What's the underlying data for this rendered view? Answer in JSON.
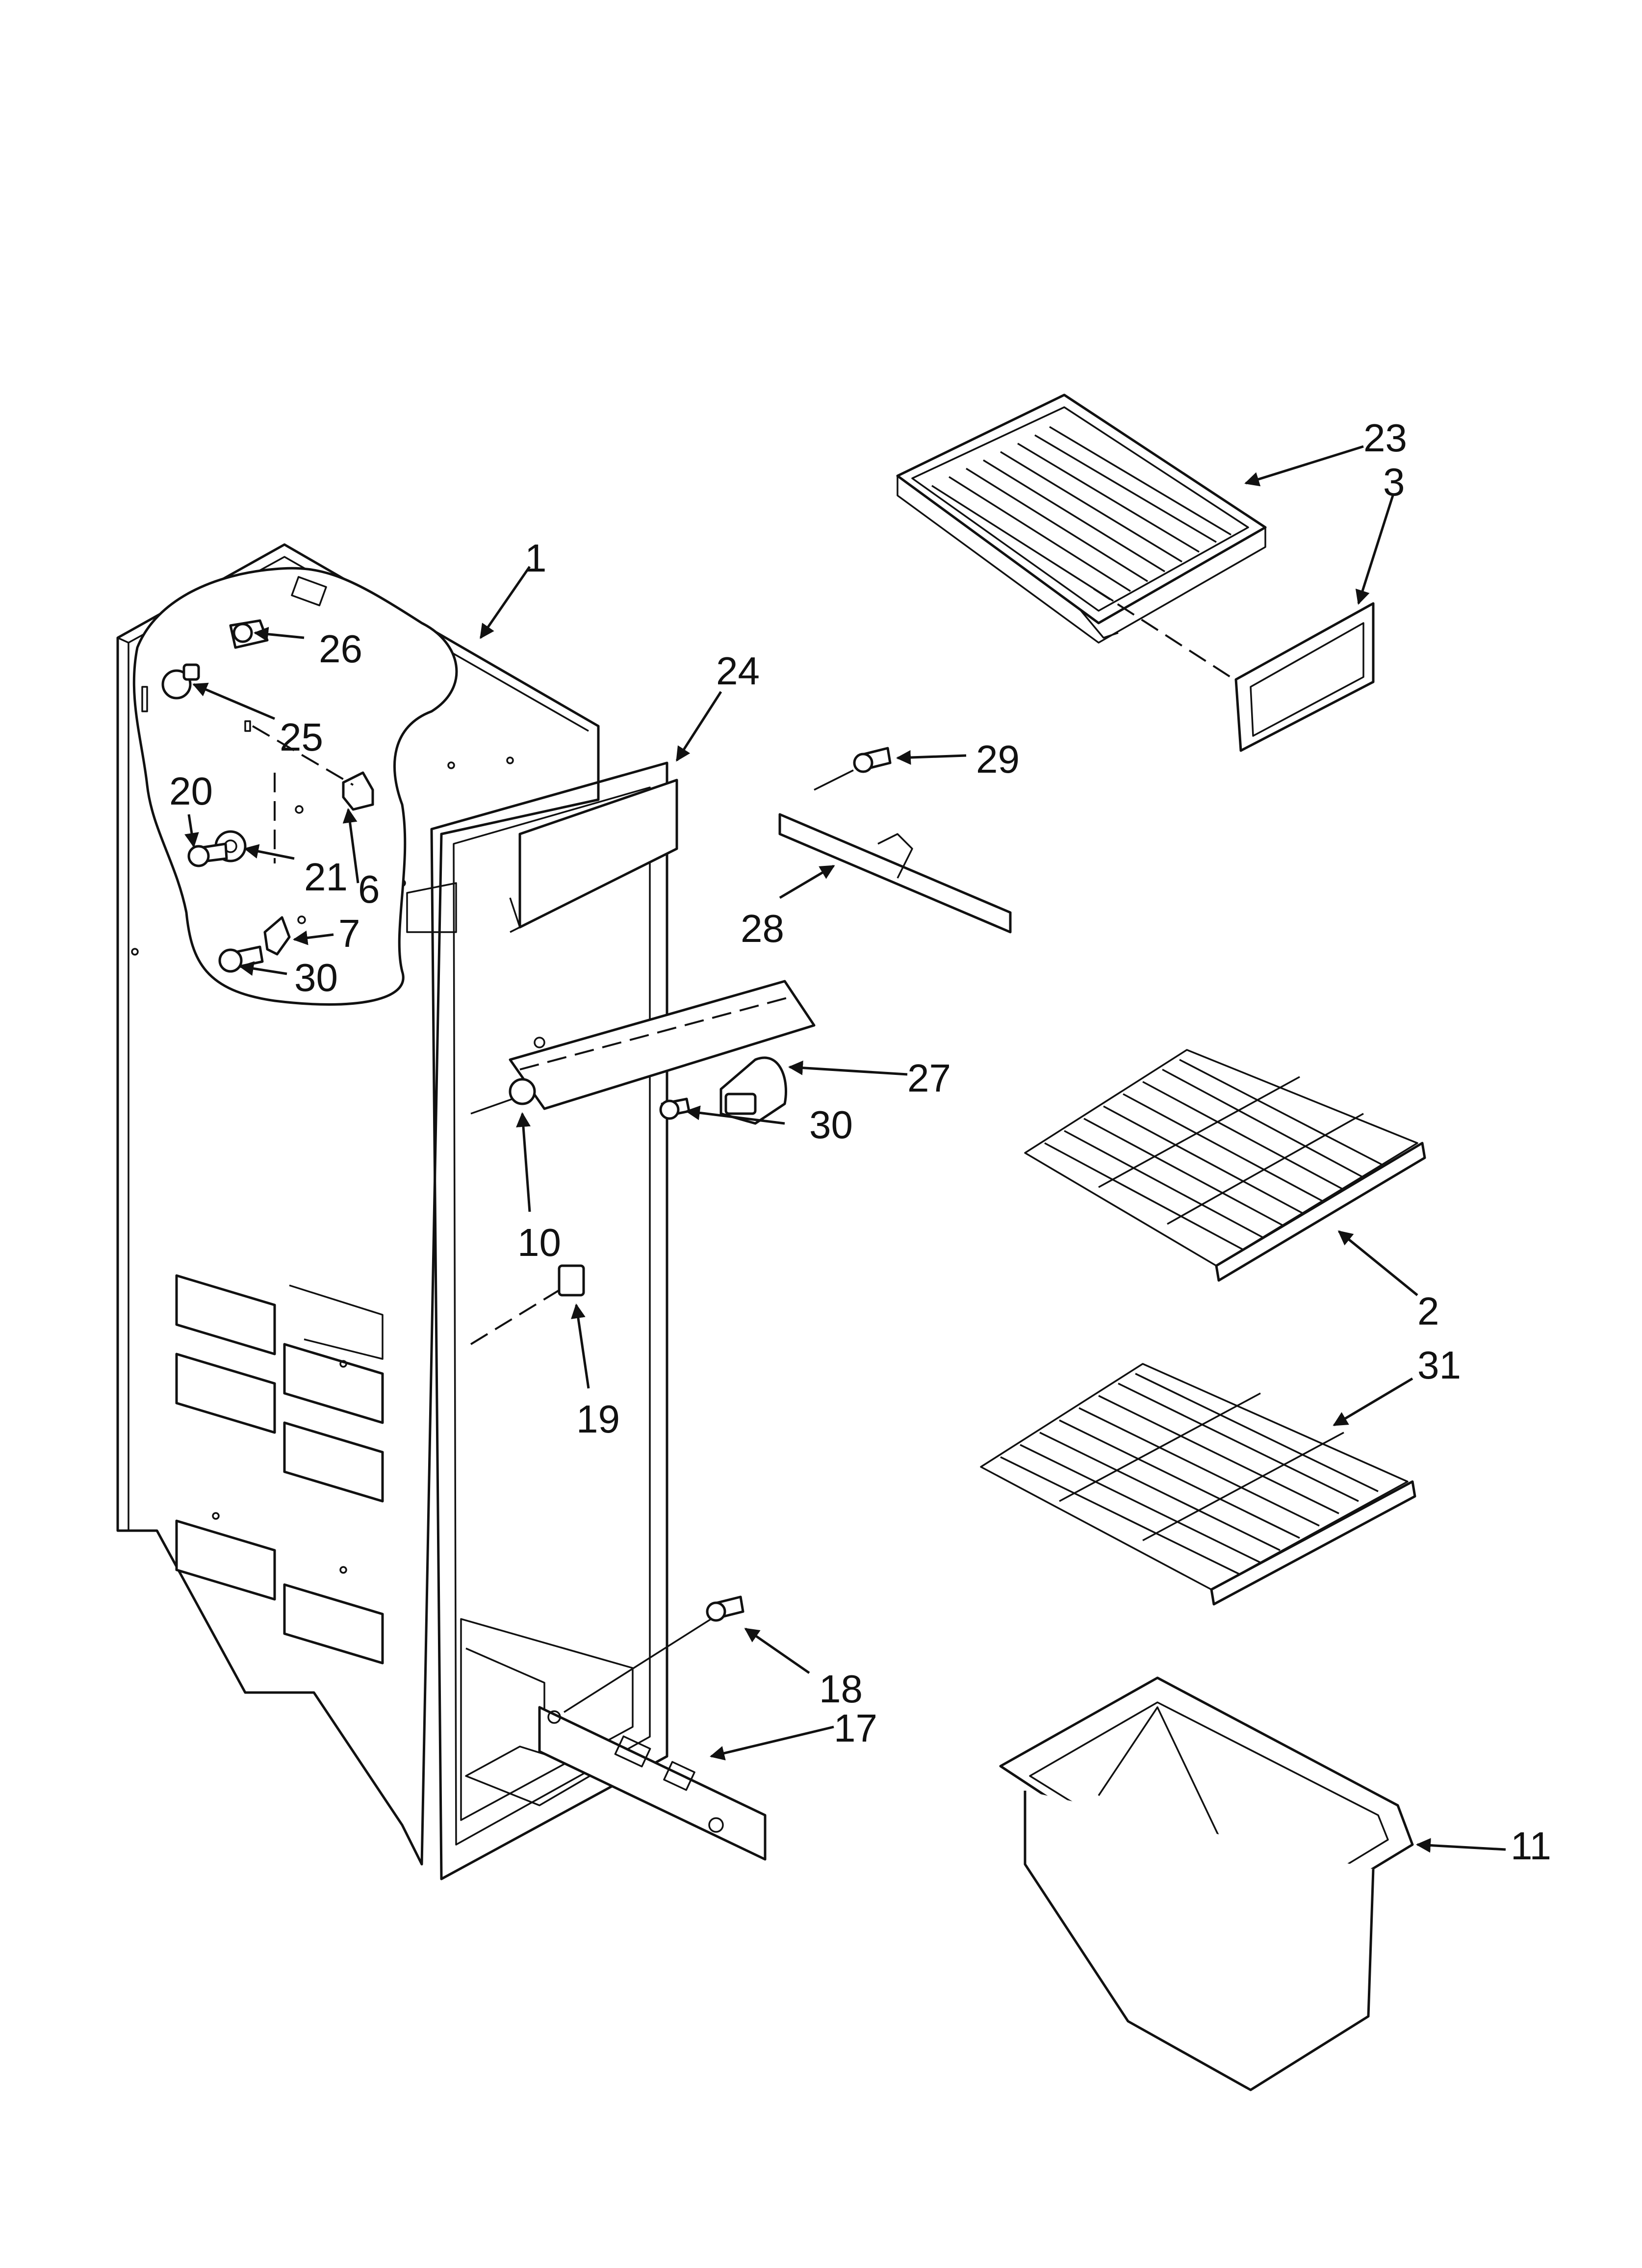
{
  "labels": {
    "l1": "1",
    "l2": "2",
    "l3": "3",
    "l6": "6",
    "l7": "7",
    "l10": "10",
    "l11": "11",
    "l17": "17",
    "l18": "18",
    "l19": "19",
    "l20": "20",
    "l21": "21",
    "l23": "23",
    "l24": "24",
    "l25": "25",
    "l26": "26",
    "l27": "27",
    "l28": "28",
    "l29": "29",
    "l30a": "30",
    "l30b": "30",
    "l31": "31"
  }
}
